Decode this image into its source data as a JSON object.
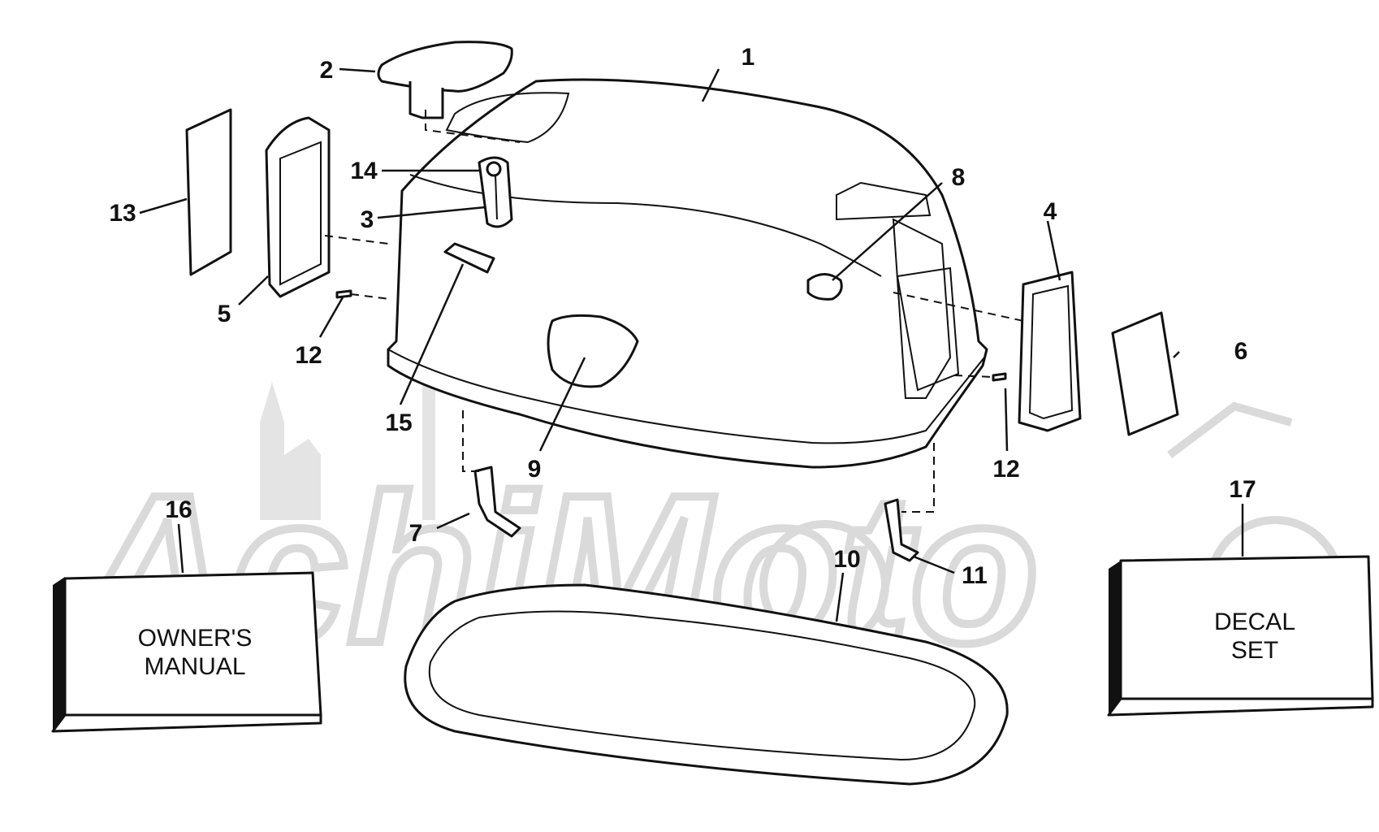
{
  "callouts": {
    "c1": "1",
    "c2": "2",
    "c3": "3",
    "c4": "4",
    "c5": "5",
    "c6": "6",
    "c7": "7",
    "c8": "8",
    "c9": "9",
    "c10": "10",
    "c11": "11",
    "c12a": "12",
    "c12b": "12",
    "c13": "13",
    "c14": "14",
    "c15": "15",
    "c16": "16",
    "c17": "17"
  },
  "boxes": {
    "owners_manual": {
      "line1": "OWNER'S",
      "line2": "MANUAL"
    },
    "decal_set": {
      "line1": "DECAL",
      "line2": "SET"
    }
  },
  "watermark": {
    "text": "AchiMoto"
  },
  "colors": {
    "line": "#111111",
    "watermark": "#dadada",
    "background": "#ffffff"
  }
}
